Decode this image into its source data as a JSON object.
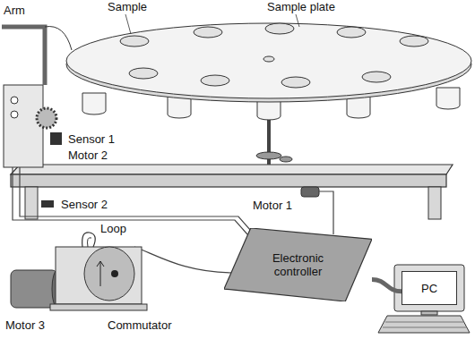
{
  "diagram": {
    "nodes": [
      {
        "text": [
          "Electronic controller"
        ]
      },
      {
        "text": [
          "PC"
        ]
      }
    ],
    "edges": [
      {
        "from": 0,
        "to": 1,
        "arrow": "none"
      }
    ],
    "labels": [
      "Arm",
      "Sample",
      "Sample plate",
      "Sensor 1",
      "Motor 2",
      "Sensor 2",
      "Motor 1",
      "Loop",
      "Motor 3",
      "Commutator"
    ]
  }
}
